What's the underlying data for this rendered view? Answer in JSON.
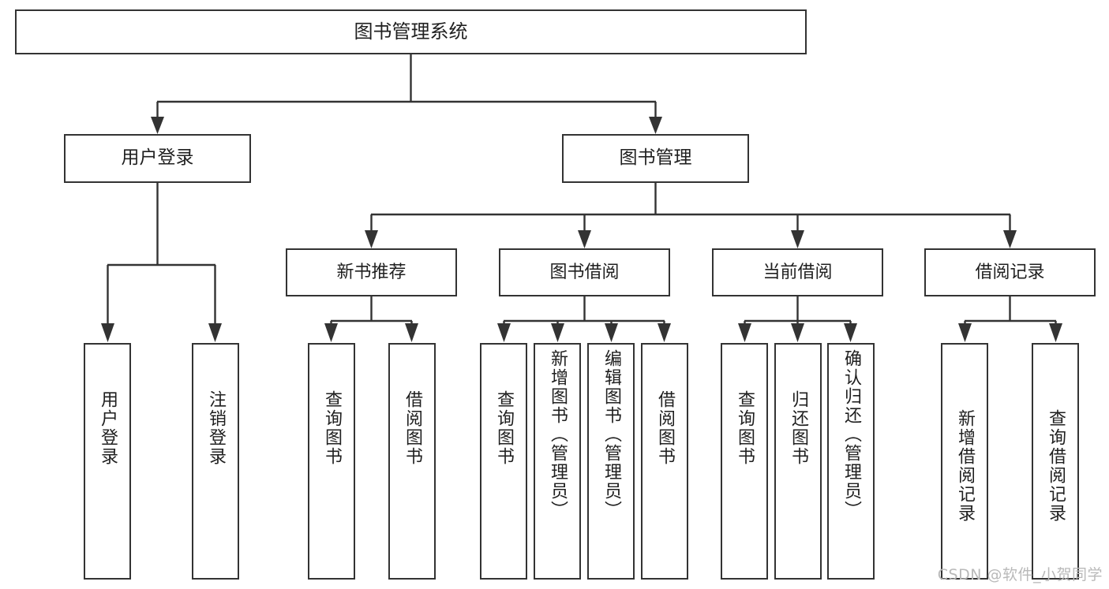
{
  "diagram": {
    "title": "图书管理系统",
    "watermark": "CSDN @软件_小贺同学",
    "style": {
      "line_color": "#333333",
      "box_fill": "#ffffff",
      "text_color": "#1f1f1f",
      "watermark_color": "#b9b9b9"
    },
    "root": {
      "label": "图书管理系统"
    },
    "level2": [
      {
        "label": "用户登录"
      },
      {
        "label": "图书管理"
      }
    ],
    "level3": [
      {
        "label": "新书推荐"
      },
      {
        "label": "图书借阅"
      },
      {
        "label": "当前借阅"
      },
      {
        "label": "借阅记录"
      }
    ],
    "leaves": {
      "user_login": [
        {
          "label": "用户登录"
        },
        {
          "label": "注销登录"
        }
      ],
      "new_book_recommend": [
        {
          "label": "查询图书"
        },
        {
          "label": "借阅图书"
        }
      ],
      "book_borrow": [
        {
          "label": "查询图书"
        },
        {
          "label": "新增图书（管理员）"
        },
        {
          "label": "编辑图书（管理员）"
        },
        {
          "label": "借阅图书"
        }
      ],
      "current_borrow": [
        {
          "label": "查询图书"
        },
        {
          "label": "归还图书"
        },
        {
          "label": "确认归还（管理员）"
        }
      ],
      "borrow_record": [
        {
          "label": "新增借阅记录"
        },
        {
          "label": "查询借阅记录"
        }
      ]
    }
  }
}
